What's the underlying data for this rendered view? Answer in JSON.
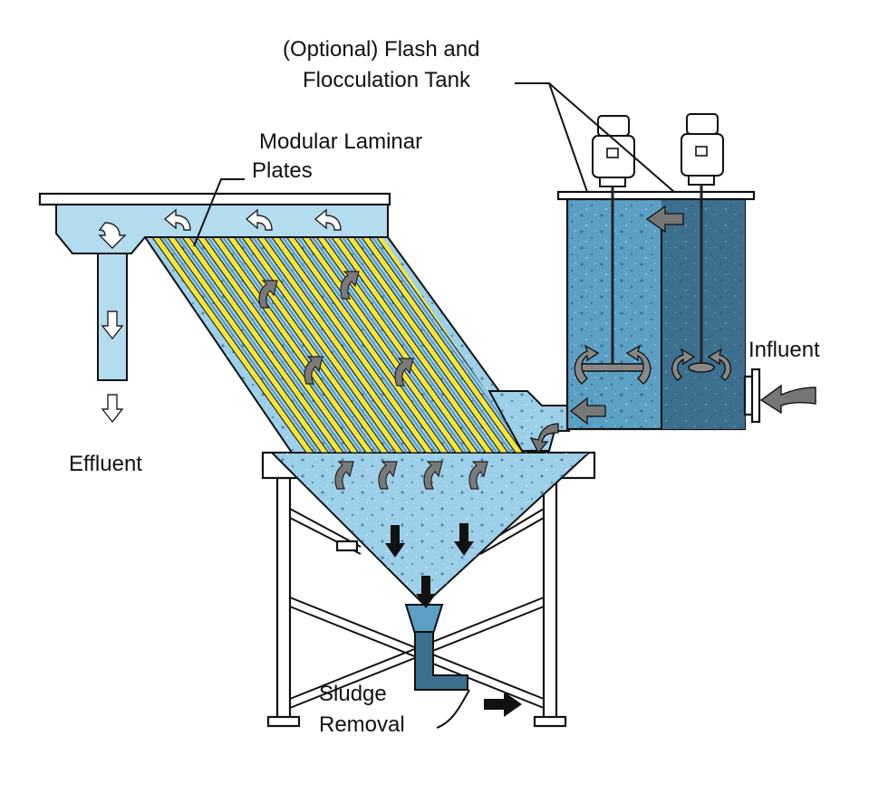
{
  "labels": {
    "tank_line1": "(Optional) Flash and",
    "tank_line2": "Flocculation Tank",
    "plates_line1": "Modular Laminar",
    "plates_line2": "Plates",
    "influent": "Influent",
    "effluent": "Effluent",
    "sludge_line1": "Sludge",
    "sludge_line2": "Removal"
  },
  "colors": {
    "water_light": "#9dcfe8",
    "water_mid": "#5b9fc4",
    "water_dark": "#3d6f8f",
    "plate_yellow": "#f5e53a",
    "flow_arrow_gray": "#777777",
    "sludge_arrow": "#111111"
  },
  "icons": {
    "flow": "curved-flow-arrow-icon",
    "effluent": "hollow-down-arrow-icon",
    "sludge": "solid-down-arrow-icon",
    "motor": "mixer-motor-icon"
  }
}
